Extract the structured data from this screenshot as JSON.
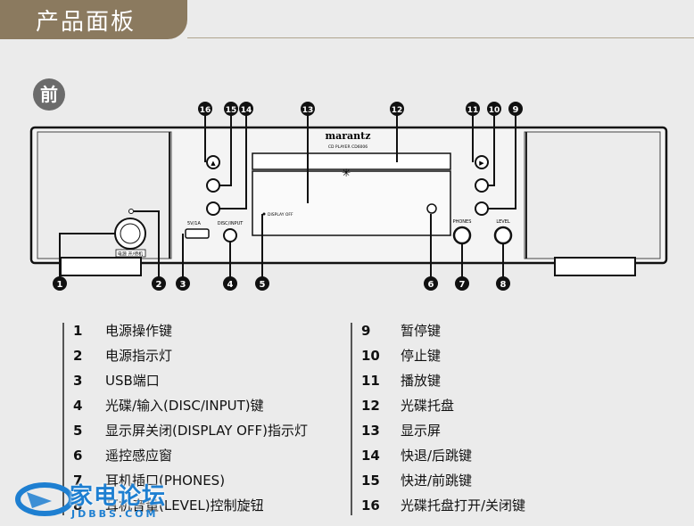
{
  "header": {
    "title": "产品面板"
  },
  "front_badge": "前",
  "device": {
    "brand": "marantz",
    "model": "CD PLAYER CD6006",
    "labels": {
      "usb": "5V/1A",
      "disc_input": "DISC/INPUT",
      "display_off": "DISPLAY OFF",
      "phones": "PHONES",
      "level": "LEVEL",
      "power": "电源 开/待机"
    }
  },
  "callouts": [
    "1",
    "2",
    "3",
    "4",
    "5",
    "6",
    "7",
    "8",
    "9",
    "10",
    "11",
    "12",
    "13",
    "14",
    "15",
    "16"
  ],
  "legend": {
    "left": [
      {
        "num": "1",
        "text": "电源操作键"
      },
      {
        "num": "2",
        "text": "电源指示灯"
      },
      {
        "num": "3",
        "text": "USB端口"
      },
      {
        "num": "4",
        "text": "光碟/输入(DISC/INPUT)键"
      },
      {
        "num": "5",
        "text": "显示屏关闭(DISPLAY OFF)指示灯"
      },
      {
        "num": "6",
        "text": "遥控感应窗"
      },
      {
        "num": "7",
        "text": "耳机插口(PHONES)"
      },
      {
        "num": "8",
        "text": "耳机音量(LEVEL)控制旋钮"
      }
    ],
    "right": [
      {
        "num": "9",
        "text": "暂停键"
      },
      {
        "num": "10",
        "text": "停止键"
      },
      {
        "num": "11",
        "text": "播放键"
      },
      {
        "num": "12",
        "text": "光碟托盘"
      },
      {
        "num": "13",
        "text": "显示屏"
      },
      {
        "num": "14",
        "text": "快退/后跳键"
      },
      {
        "num": "15",
        "text": "快进/前跳键"
      },
      {
        "num": "16",
        "text": "光碟托盘打开/关闭键"
      }
    ]
  },
  "watermark": {
    "text": "家电论坛",
    "sub": "JDBBS.COM"
  },
  "colors": {
    "header": "#8b7a5f",
    "badge": "#6b6b6b",
    "watermark": "#1e7fd1"
  }
}
